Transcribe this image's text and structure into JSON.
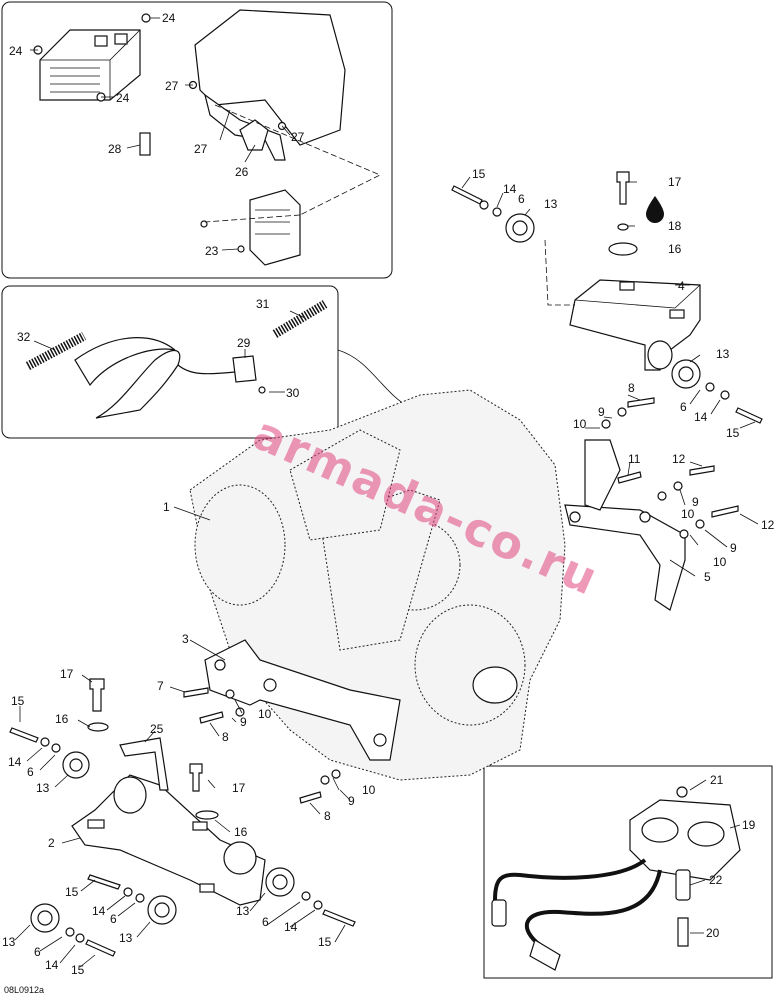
{
  "diagram_code": "08L0912a",
  "watermark": "armada-co.ru",
  "labels": {
    "l24a": "24",
    "l24b": "24",
    "l24c": "24",
    "l27a": "27",
    "l27b": "27",
    "l27c": "27",
    "l28": "28",
    "l26": "26",
    "l23": "23",
    "l31": "31",
    "l32": "32",
    "l29": "29",
    "l30": "30",
    "l15a": "15",
    "l14a": "14",
    "l6a": "6",
    "l13a": "13",
    "l17a": "17",
    "l18": "18",
    "l16a": "16",
    "l4": "4",
    "l13b": "13",
    "l6b": "6",
    "l14b": "14",
    "l15b": "15",
    "l8a": "8",
    "l9a": "9",
    "l10a": "10",
    "l11": "11",
    "l12a": "12",
    "l9b": "9",
    "l12b": "12",
    "l10b": "10",
    "l9c": "9",
    "l10c": "10",
    "l5": "5",
    "l1": "1",
    "l3": "3",
    "l17b": "17",
    "l15c": "15",
    "l16b": "16",
    "l25": "25",
    "l14c": "14",
    "l6c": "6",
    "l13c": "13",
    "l7": "7",
    "l10d": "10",
    "l9d": "9",
    "l8b": "8",
    "l17c": "17",
    "l16c": "16",
    "l2": "2",
    "l9e": "9",
    "l10e": "10",
    "l8c": "8",
    "l15d": "15",
    "l14d": "14",
    "l6d": "6",
    "l13d": "13",
    "l13e": "13",
    "l6e": "6",
    "l14e": "14",
    "l15e": "15",
    "l13f": "13",
    "l6f": "6",
    "l14f": "14",
    "l15f": "15",
    "l21": "21",
    "l19": "19",
    "l22": "22",
    "l20": "20"
  }
}
